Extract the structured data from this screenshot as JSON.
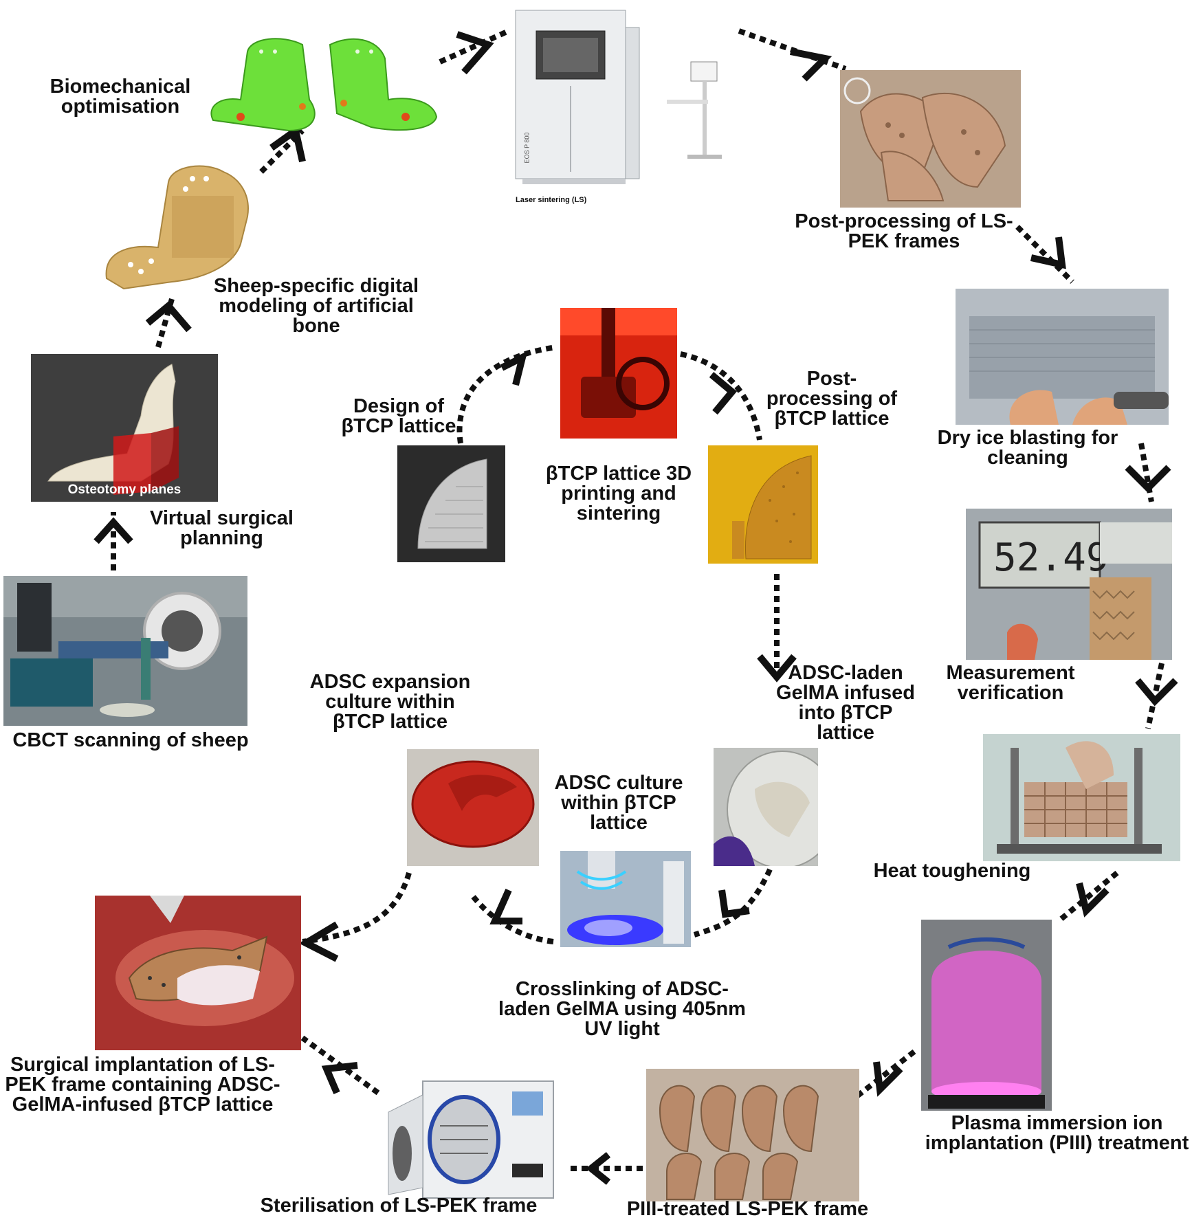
{
  "steps": {
    "biomechanical": "Biomechanical\noptimisation",
    "laser_sintering_caption": "Laser sintering (LS)",
    "printer_brand": "EOS P 800",
    "postproc_frames": "Post-processing of  LS-\nPEK frames",
    "sheep_modeling": "Sheep-specific digital\nmodeling of artificial\nbone",
    "dry_ice": "Dry ice blasting for\ncleaning",
    "virtual_planning": "Virtual surgical\nplanning",
    "osteotomy": "Osteotomy planes",
    "design_lattice": "Design of\nβTCP lattice",
    "printing_lattice": "βTCP lattice 3D\nprinting and\nsintering",
    "postproc_lattice": "Post-\nprocessing of\nβTCP lattice",
    "measurement": "Measurement\nverification",
    "cbct": "CBCT scanning of sheep",
    "adsc_expansion": "ADSC expansion\nculture within\nβTCP lattice",
    "adsc_laden": "ADSC-laden\nGelMA infused\ninto  βTCP\nlattice",
    "heat": "Heat toughening",
    "adsc_culture": "ADSC culture\nwithin βTCP\nlattice",
    "crosslinking": "Crosslinking of ADSC-\nladen GelMA using  405nm\nUV light",
    "surgical": "Surgical implantation of LS-\nPEK frame containing ADSC-\nGelMA-infused  βTCP lattice",
    "piii_treatment": "Plasma immersion ion\nimplantation (PIII) treatment",
    "sterilisation": "Sterilisation of LS-PEK frame",
    "piii_frame": "PIII-treated LS-PEK frame"
  },
  "colors": {
    "arrow": "#111111",
    "sim_green": "#6de03a",
    "bone_tan": "#d9b36b",
    "pek_brown": "#c59b7d",
    "uv_blue": "#3a3aff",
    "plasma_pink": "#e060d0",
    "culture_red": "#c8281e"
  }
}
